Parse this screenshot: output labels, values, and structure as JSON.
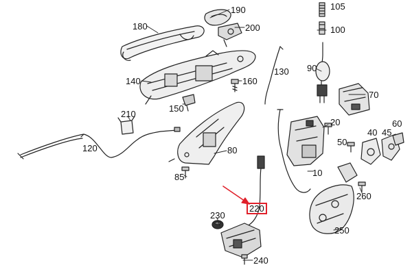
{
  "diagram": {
    "callouts": [
      {
        "id": "105",
        "text": "105"
      },
      {
        "id": "190",
        "text": "190"
      },
      {
        "id": "180",
        "text": "180"
      },
      {
        "id": "200",
        "text": "200"
      },
      {
        "id": "100",
        "text": "100"
      },
      {
        "id": "130",
        "text": "130"
      },
      {
        "id": "90",
        "text": "90"
      },
      {
        "id": "140",
        "text": "140"
      },
      {
        "id": "160",
        "text": "160"
      },
      {
        "id": "70",
        "text": "70"
      },
      {
        "id": "150",
        "text": "150"
      },
      {
        "id": "210",
        "text": "210"
      },
      {
        "id": "20",
        "text": "20"
      },
      {
        "id": "60",
        "text": "60"
      },
      {
        "id": "40",
        "text": "40"
      },
      {
        "id": "45",
        "text": "45"
      },
      {
        "id": "50",
        "text": "50"
      },
      {
        "id": "120",
        "text": "120"
      },
      {
        "id": "80",
        "text": "80"
      },
      {
        "id": "10",
        "text": "10"
      },
      {
        "id": "85",
        "text": "85"
      },
      {
        "id": "260",
        "text": "260"
      },
      {
        "id": "220",
        "text": "220"
      },
      {
        "id": "230",
        "text": "230"
      },
      {
        "id": "250",
        "text": "250"
      },
      {
        "id": "240",
        "text": "240"
      }
    ],
    "highlight": {
      "target": "220",
      "color": "#e0202a"
    }
  }
}
